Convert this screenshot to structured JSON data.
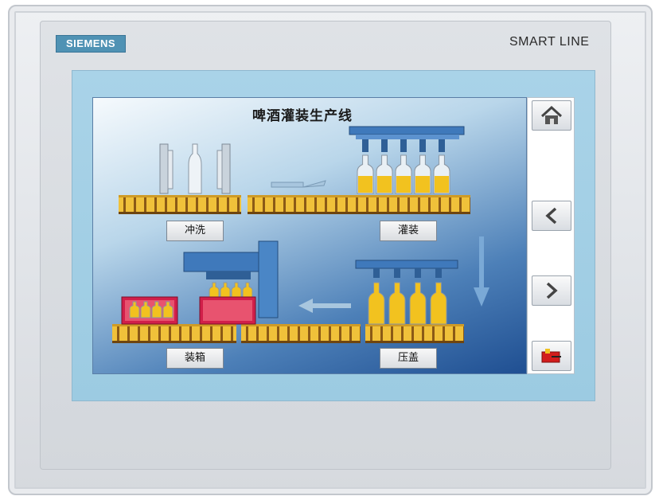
{
  "device": {
    "brand": "SIEMENS",
    "model": "SMART LINE"
  },
  "screen": {
    "title": "啤酒灌装生产线",
    "stations": [
      {
        "id": "rinse",
        "label": "冲洗"
      },
      {
        "id": "fill",
        "label": "灌装"
      },
      {
        "id": "pack",
        "label": "装箱"
      },
      {
        "id": "cap",
        "label": "压盖"
      }
    ]
  },
  "sidebar": {
    "buttons": [
      {
        "id": "home",
        "icon": "home-icon"
      },
      {
        "id": "prev",
        "icon": "chevron-left-icon"
      },
      {
        "id": "next",
        "icon": "chevron-right-icon"
      },
      {
        "id": "exit",
        "icon": "exit-icon"
      }
    ]
  },
  "colors": {
    "brand": "#4f92b4",
    "bottle_fill": "#f2c21f",
    "machine_blue": "#3f79bb",
    "crate": "#d11f4a"
  }
}
